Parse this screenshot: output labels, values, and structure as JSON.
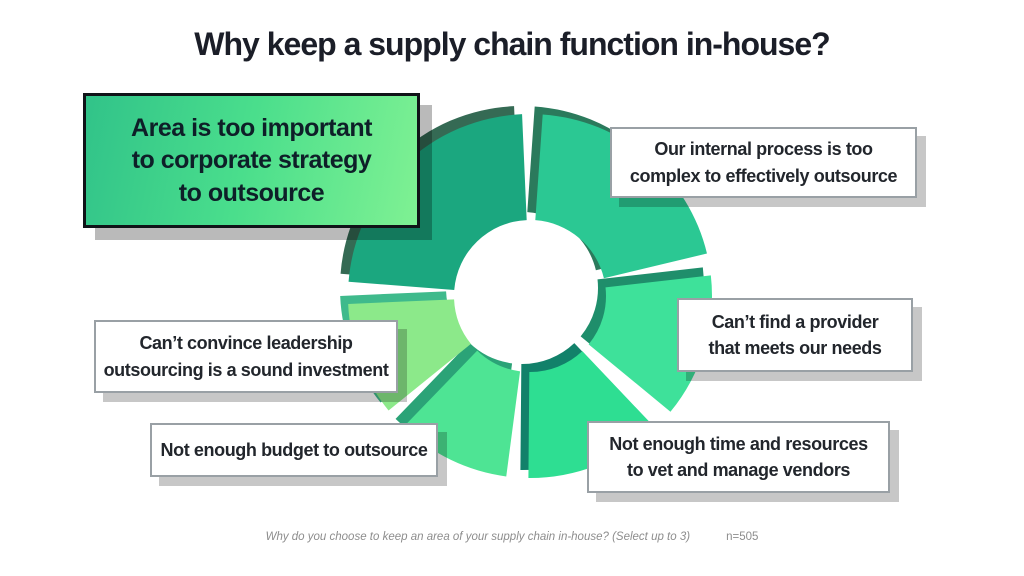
{
  "title": "Why keep a supply chain function in-house?",
  "callouts": {
    "strategy": {
      "highlighted": true,
      "lines": [
        "Area is too important",
        "to corporate strategy",
        "to outsource"
      ],
      "highlight_gradient": [
        "#31c389",
        "#7ff193"
      ]
    },
    "internal_process": {
      "lines": [
        "Our internal process is too",
        "complex to effectively outsource"
      ]
    },
    "provider": {
      "lines": [
        "Can’t find a provider",
        "that meets our needs"
      ]
    },
    "time_resources": {
      "lines": [
        "Not enough time and resources",
        "to vet and manage vendors"
      ]
    },
    "budget": {
      "lines": [
        "Not enough budget to outsource"
      ]
    },
    "leadership": {
      "lines": [
        "Can’t convince leadership",
        "outsourcing is a sound investment"
      ]
    }
  },
  "footnote": {
    "question": "Why do you choose to keep an area of your supply chain in-house? (Select up to 3)",
    "sample_size": "n=505"
  },
  "chart_data": {
    "type": "pie",
    "variant": "donut",
    "values_labeled": false,
    "center": [
      530,
      296
    ],
    "inner_radius": 76,
    "outer_radius": 182,
    "shadow_offset": [
      -8,
      -8
    ],
    "segments": [
      {
        "id": "internal-process",
        "label": "Our internal process is too complex to effectively outsource",
        "start_deg": 4,
        "end_deg": 76.5,
        "color": "#2bc893",
        "shadow_color": "#2b7a5c"
      },
      {
        "id": "provider",
        "label": "Can’t find a provider that meets our needs",
        "start_deg": 83.5,
        "end_deg": 129.5,
        "color": "#3ee19a",
        "shadow_color": "#1f8e6b"
      },
      {
        "id": "time-resources",
        "label": "Not enough time and resources to vet and manage vendors",
        "start_deg": 136.5,
        "end_deg": 180.5,
        "color": "#2ede92",
        "shadow_color": "#12816a"
      },
      {
        "id": "budget",
        "label": "Not enough budget to outsource",
        "start_deg": 187.5,
        "end_deg": 224,
        "color": "#4ee494",
        "shadow_color": "#2ba377"
      },
      {
        "id": "leadership",
        "label": "Can’t convince leadership outsourcing is a sound investment",
        "start_deg": 231,
        "end_deg": 267.5,
        "color": "#8ce98a",
        "shadow_color": "#3fba8c"
      },
      {
        "id": "strategy",
        "label": "Area is too important to corporate strategy to outsource",
        "start_deg": 274.5,
        "end_deg": 357.5,
        "color": "#1ba77f",
        "shadow_color": "#356a54"
      }
    ]
  }
}
